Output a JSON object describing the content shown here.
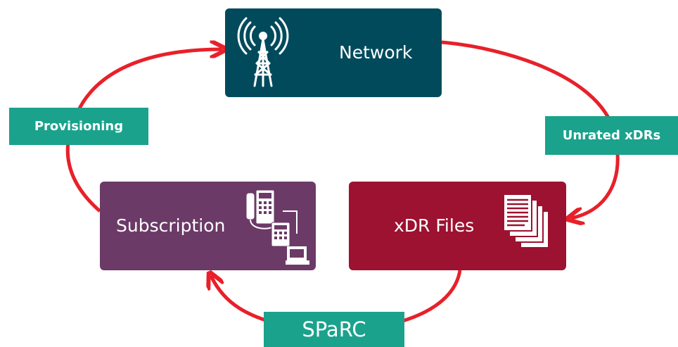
{
  "nodes": {
    "network": {
      "label": "Network",
      "icon": "antenna-tower-icon",
      "color": "#004a5c"
    },
    "subscription": {
      "label": "Subscription",
      "icon": "phone-and-computer-icon",
      "color": "#6b3a67"
    },
    "xdr_files": {
      "label": "xDR Files",
      "icon": "documents-stack-icon",
      "color": "#9c1230"
    }
  },
  "edges": {
    "provisioning": "Provisioning",
    "unrated_xdrs": "Unrated xDRs",
    "sparc": "SPaRC"
  },
  "colors": {
    "arrow": "#e8202a",
    "tag": "#1aa28c"
  }
}
